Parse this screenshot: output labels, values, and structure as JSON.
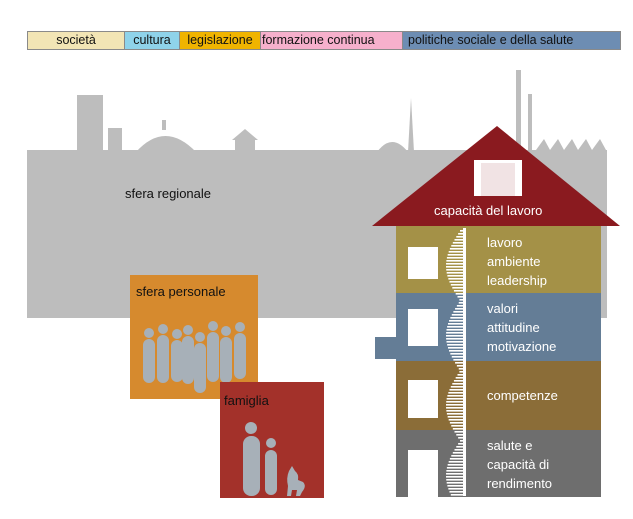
{
  "legend": {
    "items": [
      {
        "label": "società",
        "color": "#f2e5b5"
      },
      {
        "label": "cultura",
        "color": "#8fd3ea"
      },
      {
        "label": "legislazione",
        "color": "#f0b400"
      },
      {
        "label": "formazione continua",
        "color": "#f6b0cc"
      },
      {
        "label": "politiche sociale e della salute",
        "color": "#6d8db3"
      }
    ]
  },
  "regional": {
    "label": "sfera regionale",
    "color": "#bdbdbd"
  },
  "personal": {
    "label": "sfera personale",
    "color": "#d68a2e"
  },
  "family": {
    "label": "famiglia",
    "color": "#a3312a"
  },
  "house": {
    "roof_label": "capacità del lavoro",
    "roof_color": "#8a1a1f",
    "floors": [
      {
        "lines": [
          "lavoro",
          "ambiente",
          "leadership"
        ],
        "color": "#a49147"
      },
      {
        "lines": [
          "valori",
          "attitudine",
          "motivazione"
        ],
        "color": "#647d96"
      },
      {
        "lines": [
          "competenze"
        ],
        "color": "#8b6d38"
      },
      {
        "lines": [
          "salute e",
          "capacità di",
          "rendimento"
        ],
        "color": "#6e6e6e"
      }
    ]
  }
}
